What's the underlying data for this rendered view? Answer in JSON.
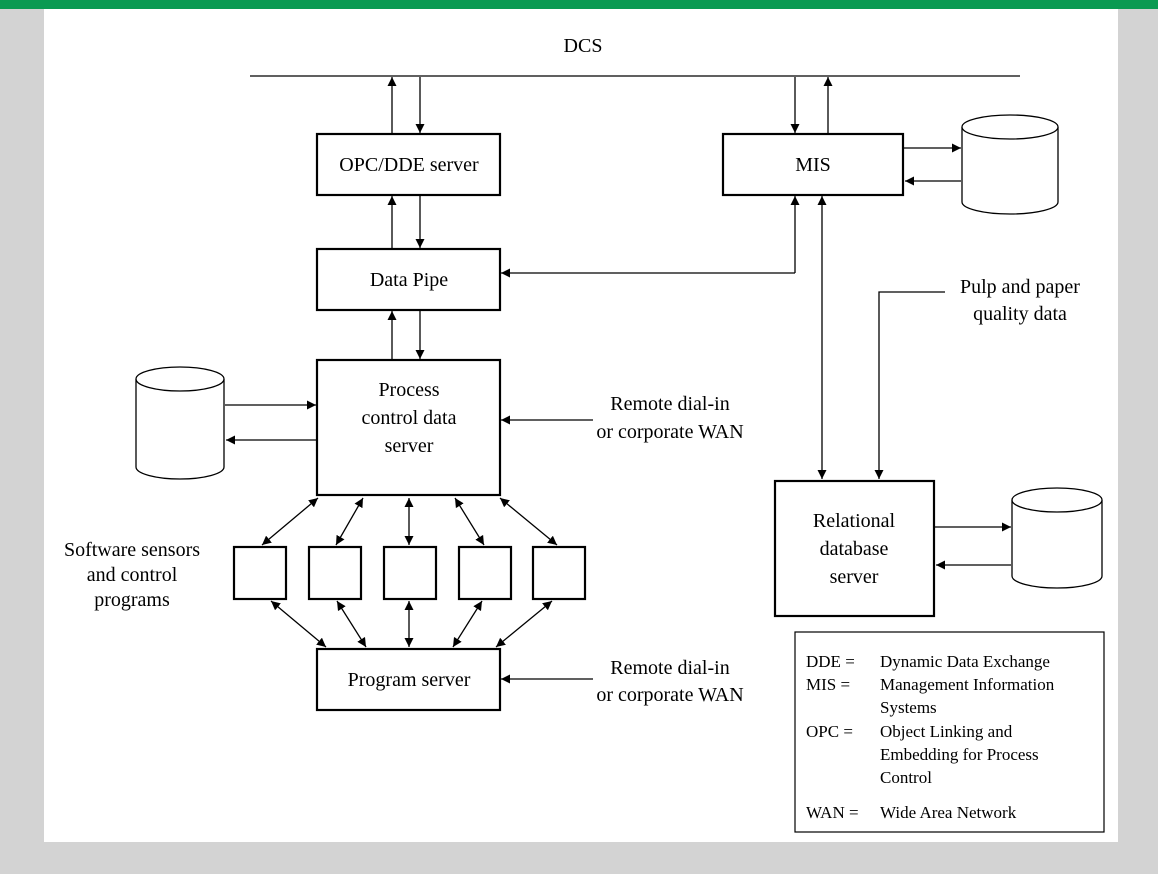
{
  "labels": {
    "dcs": "DCS",
    "opc_dde_server": "OPC/DDE server",
    "mis": "MIS",
    "data_pipe": "Data Pipe",
    "pulp_paper_1": "Pulp and paper",
    "pulp_paper_2": "quality data",
    "pcds_1": "Process",
    "pcds_2": "control data",
    "pcds_3": "server",
    "remote1_1": "Remote dial-in",
    "remote1_2": "or corporate WAN",
    "relational_1": "Relational",
    "relational_2": "database",
    "relational_3": "server",
    "sensors_1": "Software sensors",
    "sensors_2": "and control",
    "sensors_3": "programs",
    "program_server": "Program server",
    "remote2_1": "Remote dial-in",
    "remote2_2": "or corporate WAN"
  },
  "legend": [
    {
      "abbr": "DDE =",
      "lines": [
        "Dynamic Data Exchange"
      ]
    },
    {
      "abbr": "MIS =",
      "lines": [
        "Management Information",
        "Systems"
      ]
    },
    {
      "abbr": "OPC =",
      "lines": [
        "Object Linking and",
        "Embedding for Process",
        "Control"
      ]
    },
    {
      "abbr": "WAN =",
      "lines": [
        "Wide Area Network"
      ]
    }
  ],
  "colors": {
    "accent_bar": "#0a9a52",
    "background": "#d3d3d3",
    "panel": "#ffffff"
  }
}
